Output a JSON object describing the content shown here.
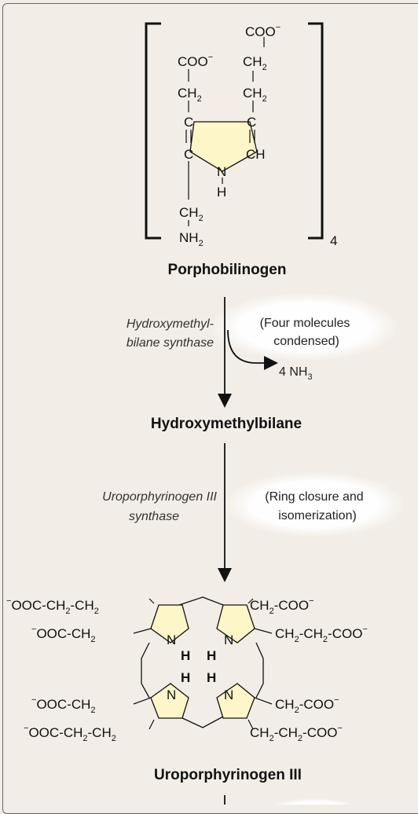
{
  "porphobilinogen": {
    "label": "Porphobilinogen",
    "multiplier": "4",
    "groups": {
      "coo_top": "COO",
      "coo_left": "COO",
      "ch2_a": "CH",
      "ch2_b": "CH",
      "ch2_c": "CH",
      "ch2_d": "CH",
      "c1": "C",
      "c2": "C",
      "c3": "C",
      "ch": "CH",
      "n": "N",
      "h": "H",
      "nh2": "NH"
    }
  },
  "step1": {
    "enzyme_line1": "Hydroxymethyl-",
    "enzyme_line2": "bilane synthase",
    "note_line1": "(Four molecules",
    "note_line2": "condensed)",
    "byproduct": "4 NH",
    "byproduct_sub": "3"
  },
  "hydroxymethylbilane": {
    "label": "Hydroxymethylbilane"
  },
  "step2": {
    "enzyme_line1": "Uroporphyrinogen III",
    "enzyme_line2": "synthase",
    "note_line1": "(Ring closure  and",
    "note_line2": "isomerization)"
  },
  "uroporphyrinogen": {
    "label": "Uroporphyrinogen III",
    "left": {
      "r1": "OOC-CH",
      "r1b": "-CH",
      "r2": "OOC-CH",
      "r3": "OOC-CH",
      "r4": "OOC-CH",
      "r4b": "-CH"
    },
    "right": {
      "r1": "CH",
      "r1b": "-COO",
      "r2": "CH",
      "r2b": "-CH",
      "r2c": "-COO",
      "r3": "CH",
      "r3b": "-COO",
      "r4": "CH",
      "r4b": "-CH",
      "r4c": "-COO"
    },
    "n": "N",
    "h": "H",
    "minus": "−",
    "two": "2"
  },
  "colors": {
    "ring_fill": "#fdf6c8",
    "panel_bg": "#f2ede6",
    "glow": "#ffffff"
  }
}
